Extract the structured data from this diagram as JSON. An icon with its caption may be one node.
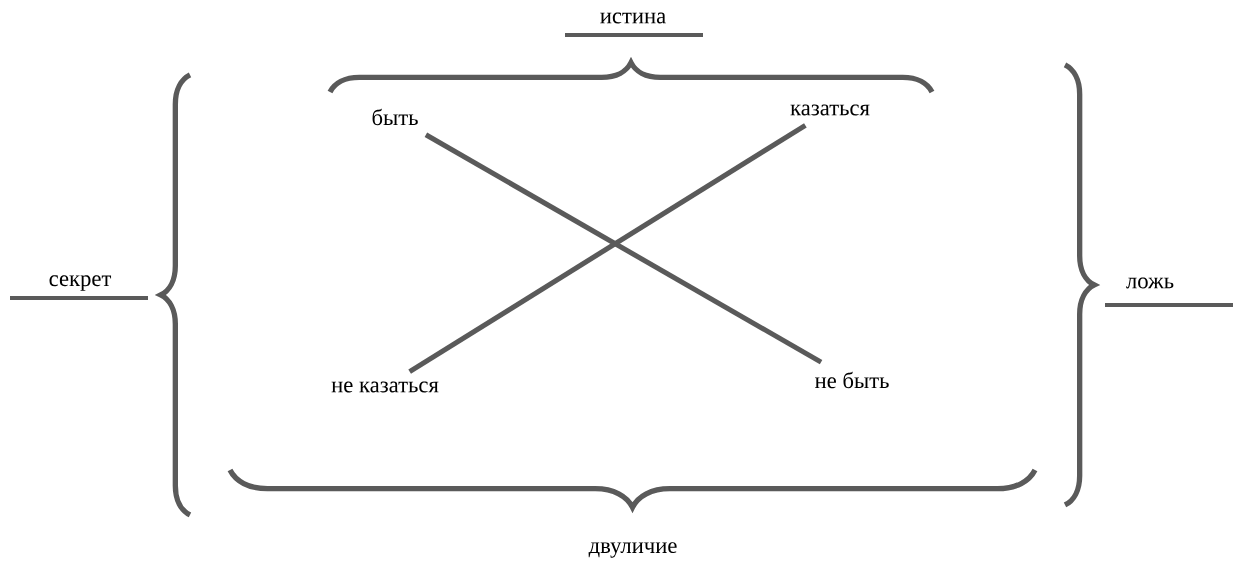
{
  "diagram": {
    "nodes": [
      {
        "text": [
          "быть"
        ]
      },
      {
        "text": [
          "казаться"
        ]
      },
      {
        "text": [
          "не казаться"
        ]
      },
      {
        "text": [
          "не быть"
        ]
      }
    ],
    "edges": [
      {
        "from": 0,
        "to": 3,
        "arrow": "none"
      },
      {
        "from": 1,
        "to": 2,
        "arrow": "none"
      }
    ],
    "labels": [
      "истина",
      "секрет",
      "ложь",
      "двуличие"
    ]
  }
}
